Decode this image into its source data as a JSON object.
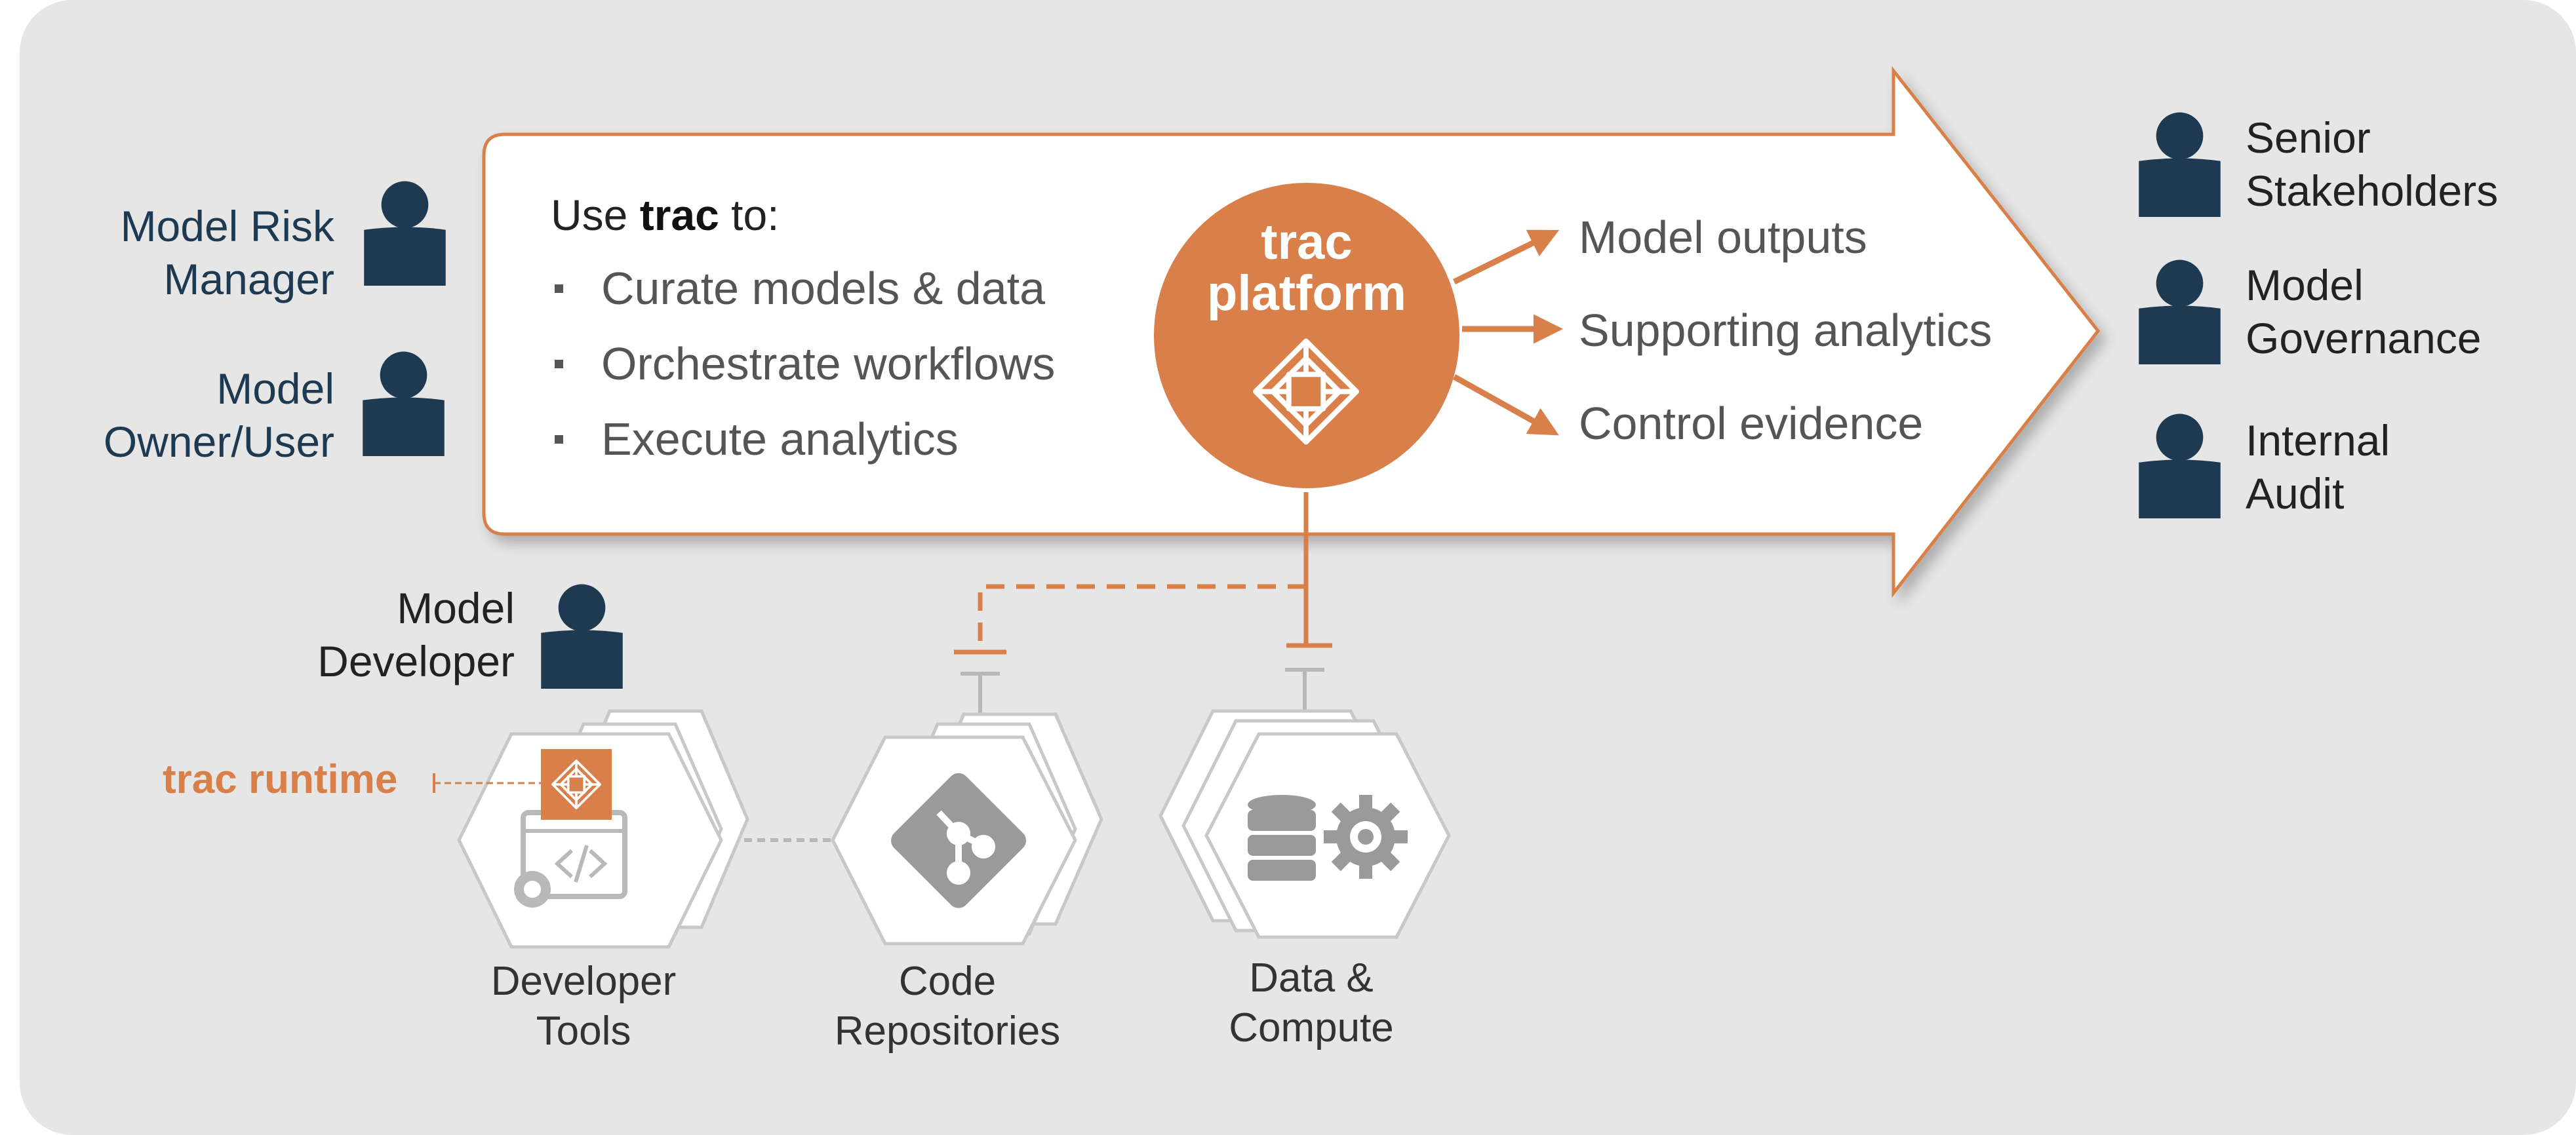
{
  "heading": {
    "prefix": "Use ",
    "brand": "trac",
    "suffix": " to:"
  },
  "bullets": [
    "Curate models & data",
    "Orchestrate workflows",
    "Execute analytics"
  ],
  "platform": {
    "line1": "trac",
    "line2": "platform"
  },
  "outputs": [
    "Model outputs",
    "Supporting analytics",
    "Control evidence"
  ],
  "left_roles": [
    {
      "line1": "Model Risk",
      "line2": "Manager"
    },
    {
      "line1": "Model",
      "line2": "Owner/User"
    },
    {
      "line1": "Model",
      "line2": "Developer"
    }
  ],
  "right_roles": [
    {
      "line1": "Senior",
      "line2": "Stakeholders"
    },
    {
      "line1": "Model",
      "line2": "Governance"
    },
    {
      "line1": "Internal",
      "line2": "Audit"
    }
  ],
  "runtime_label": "trac runtime",
  "components": [
    {
      "line1": "Developer",
      "line2": "Tools",
      "icon": "code-editor-icon"
    },
    {
      "line1": "Code",
      "line2": "Repositories",
      "icon": "git-icon"
    },
    {
      "line1": "Data &",
      "line2": "Compute",
      "icon": "database-gear-icon"
    }
  ],
  "colors": {
    "background": "#e6e6e6",
    "accent": "#d9804a",
    "person": "#1e3a52",
    "text": "#555555",
    "hexagon_stroke": "#c8c8c8"
  }
}
